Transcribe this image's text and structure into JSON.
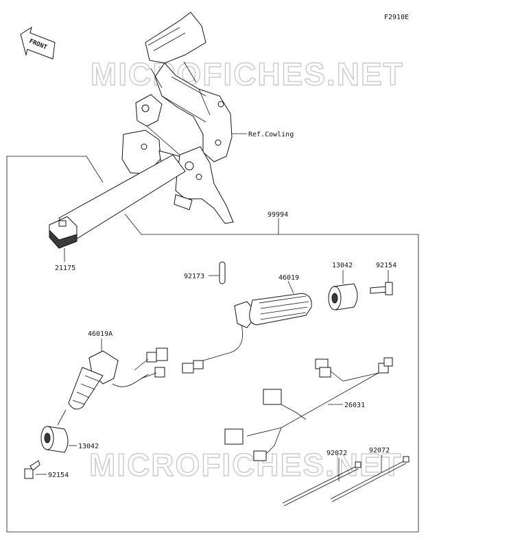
{
  "diagram_code": "F2910E",
  "front_label": "FRONT",
  "watermark": "MICROFICHES.NET",
  "colors": {
    "line": "#111111",
    "watermark": "#c9c9c9",
    "dark_part": "#3a3a3a"
  },
  "callouts": {
    "ref_cowling": "Ref.Cowling",
    "p21175": "21175",
    "p99994": "99994",
    "p92173": "92173",
    "p46019": "46019",
    "p13042_top": "13042",
    "p92154_top": "92154",
    "p46019a": "46019A",
    "p26031": "26031",
    "p13042_bottom": "13042",
    "p92154_bottom": "92154",
    "p92072_left": "92072",
    "p92072_right": "92072"
  }
}
